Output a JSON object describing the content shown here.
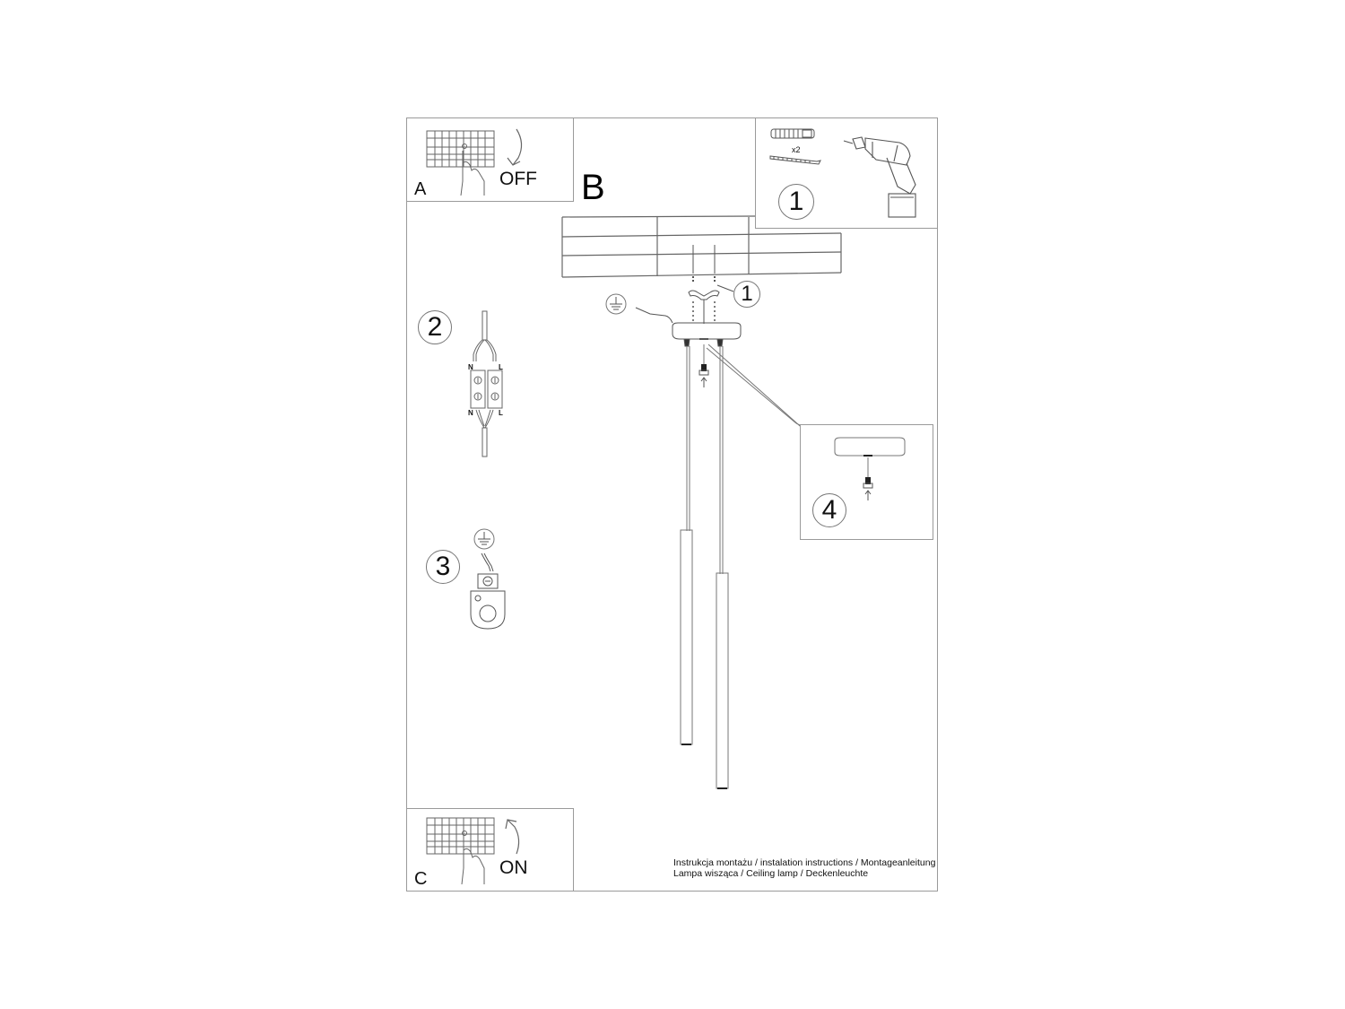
{
  "document": {
    "title_lines": [
      "Instrukcja montażu / instalation instructions / Montageanleitung",
      "Lampa wisząca / Ceiling lamp / Deckenleuchte"
    ]
  },
  "panels": {
    "a": {
      "letter": "A",
      "action": "OFF",
      "arrow_direction": "down"
    },
    "b": {
      "letter": "B"
    },
    "c": {
      "letter": "C",
      "action": "ON",
      "arrow_direction": "up"
    }
  },
  "steps": {
    "step1_tools": {
      "number": "1",
      "quantity": "x2",
      "items": [
        "wall-plug",
        "screw",
        "cordless-drill"
      ]
    },
    "step1_callout": {
      "number": "1"
    },
    "step2": {
      "number": "2",
      "terminal_labels": {
        "top_left": "N",
        "top_right": "L",
        "bottom_left": "N",
        "bottom_right": "L"
      }
    },
    "step3": {
      "number": "3"
    },
    "step4": {
      "number": "4"
    }
  },
  "colors": {
    "frame": "#9a9a9a",
    "line": "#555555",
    "ink": "#111111"
  }
}
